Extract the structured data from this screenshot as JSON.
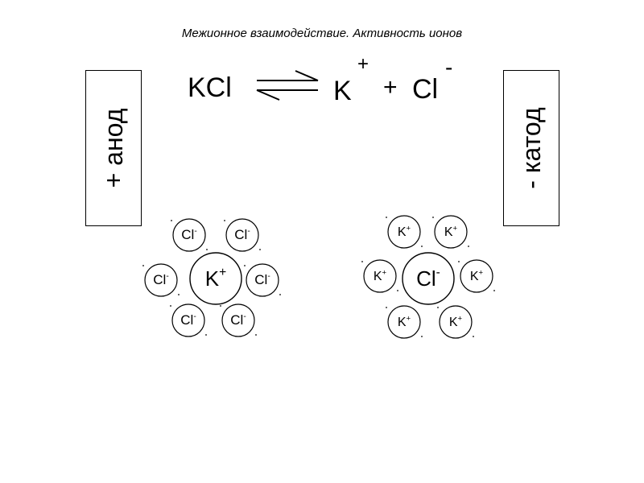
{
  "title": "Межионное взаимодействие. Активность ионов",
  "equation": {
    "reactant": "KCl",
    "cation": "K",
    "cation_charge": "+",
    "plus": "+",
    "anion": "Cl",
    "anion_charge": "-"
  },
  "electrodes": {
    "anode": "+ анод",
    "cathode": "- катод"
  },
  "cation_cluster": {
    "center": "K+",
    "neighbor": "Cl-",
    "neighbor_count": 6
  },
  "anion_cluster": {
    "center": "Cl-",
    "neighbor": "K+",
    "neighbor_count": 6
  }
}
